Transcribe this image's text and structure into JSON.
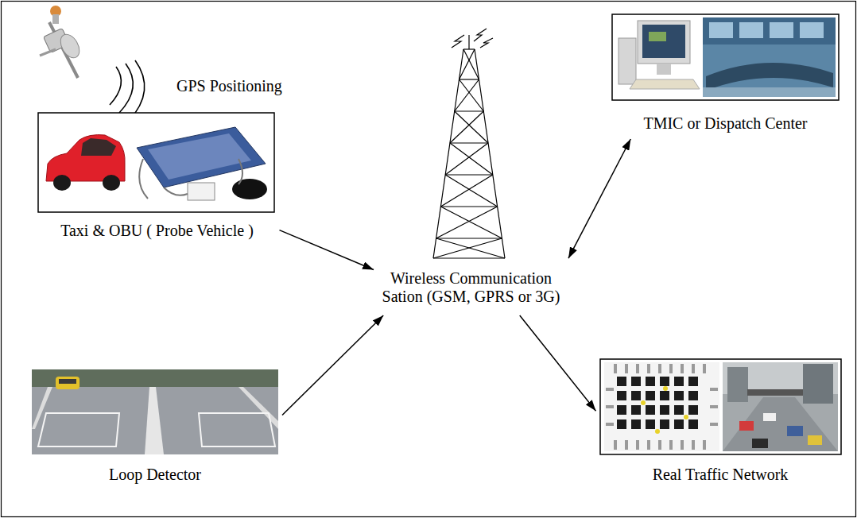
{
  "diagram": {
    "nodes": [
      {
        "text": [
          "Taxi & OBU ( Probe Vehicle )"
        ]
      },
      {
        "text": [
          "Loop Detector"
        ]
      },
      {
        "text": [
          "Wireless Communication Sation (GSM, GPRS or 3G)"
        ]
      },
      {
        "text": [
          "TMIC or Dispatch Center"
        ]
      },
      {
        "text": [
          "Real Traffic Network"
        ]
      }
    ],
    "edges": [
      {
        "from": 0,
        "to": 2,
        "arrow": "to"
      },
      {
        "from": 1,
        "to": 2,
        "arrow": "to"
      },
      {
        "from": 2,
        "to": 3,
        "arrow": "both"
      },
      {
        "from": 2,
        "to": 4,
        "arrow": "to"
      }
    ],
    "labels": [
      "GPS Positioning"
    ]
  }
}
